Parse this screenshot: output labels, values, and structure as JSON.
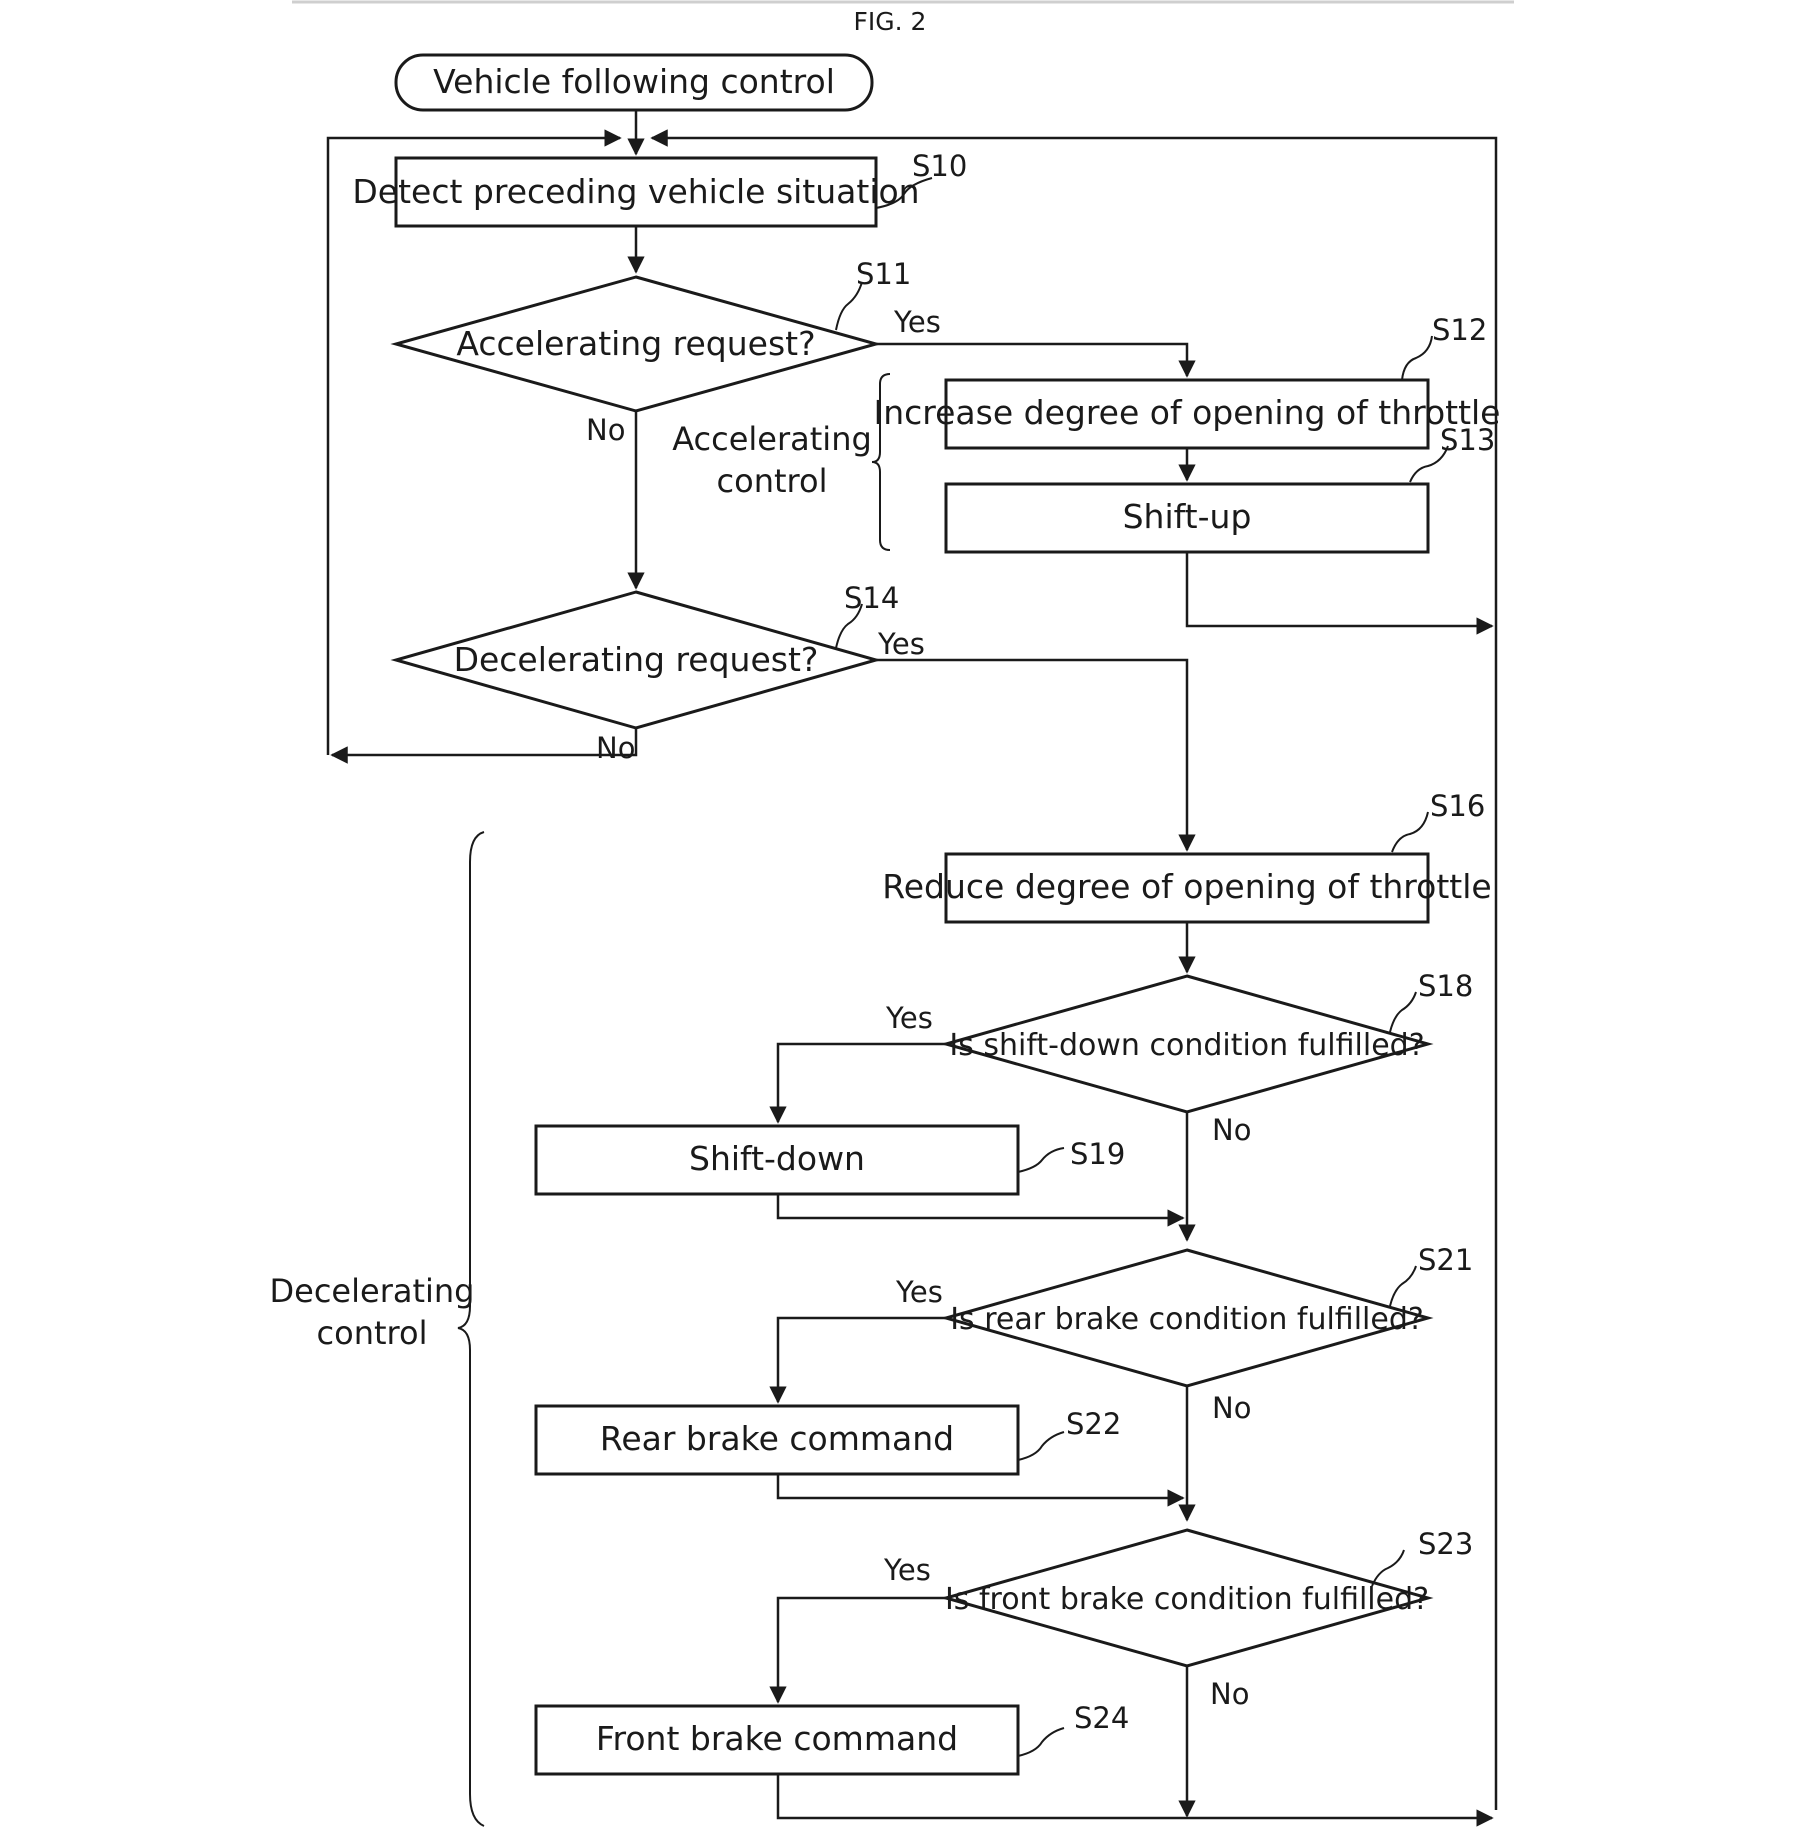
{
  "figure_label": "FIG. 2",
  "start": "Vehicle following control",
  "steps": {
    "s10": {
      "id": "S10",
      "text": "Detect preceding vehicle situation"
    },
    "s11": {
      "id": "S11",
      "text": "Accelerating request?"
    },
    "s12": {
      "id": "S12",
      "text": "Increase degree of opening of throttle"
    },
    "s13": {
      "id": "S13",
      "text": "Shift-up"
    },
    "s14": {
      "id": "S14",
      "text": "Decelerating request?"
    },
    "s16": {
      "id": "S16",
      "text": "Reduce degree of opening of throttle"
    },
    "s18": {
      "id": "S18",
      "text": "Is shift-down condition fulfilled?"
    },
    "s19": {
      "id": "S19",
      "text": "Shift-down"
    },
    "s21": {
      "id": "S21",
      "text": "Is rear brake condition fulfilled?"
    },
    "s22": {
      "id": "S22",
      "text": "Rear brake command"
    },
    "s23": {
      "id": "S23",
      "text": "Is front brake condition fulfilled?"
    },
    "s24": {
      "id": "S24",
      "text": "Front brake command"
    }
  },
  "branch": {
    "yes": "Yes",
    "no": "No"
  },
  "groups": {
    "accelerating": [
      "Accelerating",
      "control"
    ],
    "decelerating": [
      "Decelerating",
      "control"
    ]
  }
}
